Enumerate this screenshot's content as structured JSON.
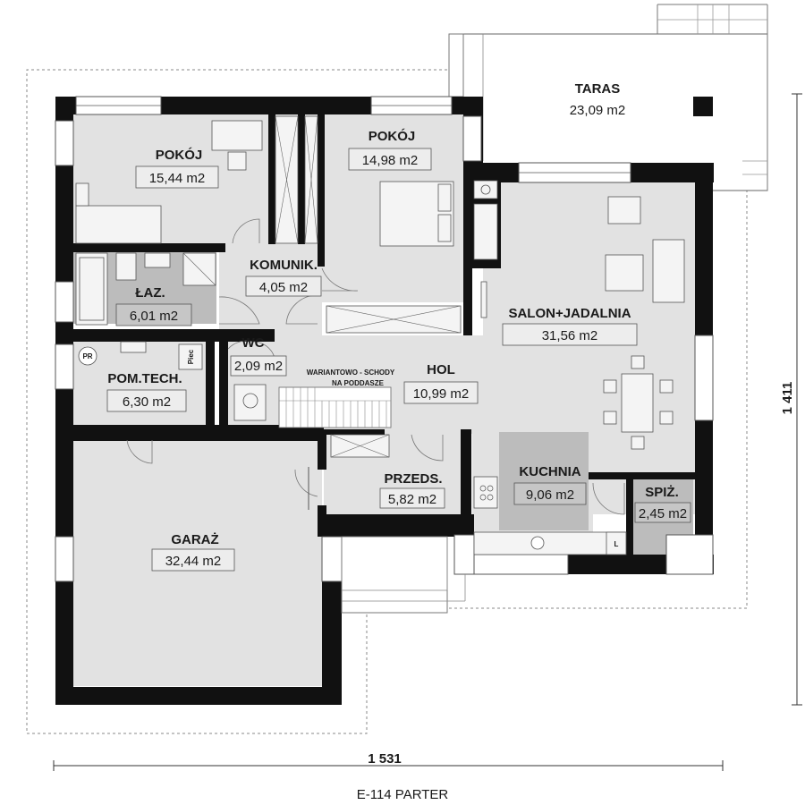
{
  "rooms": {
    "pokoj1": {
      "name": "POKÓJ",
      "area": "15,44 m2"
    },
    "pokoj2": {
      "name": "POKÓJ",
      "area": "14,98 m2"
    },
    "taras": {
      "name": "TARAS",
      "area": "23,09 m2"
    },
    "komunik": {
      "name": "KOMUNIK.",
      "area": "4,05 m2"
    },
    "laz": {
      "name": "ŁAZ.",
      "area": "6,01 m2"
    },
    "salon": {
      "name": "SALON+JADALNIA",
      "area": "31,56 m2"
    },
    "wc": {
      "name": "WC",
      "area": "2,09 m2"
    },
    "pomtech": {
      "name": "POM.TECH.",
      "area": "6,30 m2"
    },
    "hol": {
      "name": "HOL",
      "area": "10,99 m2"
    },
    "przeds": {
      "name": "PRZEDS.",
      "area": "5,82 m2"
    },
    "kuchnia": {
      "name": "KUCHNIA",
      "area": "9,06 m2"
    },
    "spiz": {
      "name": "SPIŻ.",
      "area": "2,45 m2"
    },
    "garaz": {
      "name": "GARAŻ",
      "area": "32,44 m2"
    }
  },
  "annotations": {
    "stairs_line1": "WARIANTOWO - SCHODY",
    "stairs_line2": "NA PODDASZE",
    "pr_label": "PR",
    "piec_label": "Piec",
    "fridge_label": "L"
  },
  "dimensions": {
    "width": "1 531",
    "height": "1 411"
  },
  "title": "E-114 PARTER"
}
